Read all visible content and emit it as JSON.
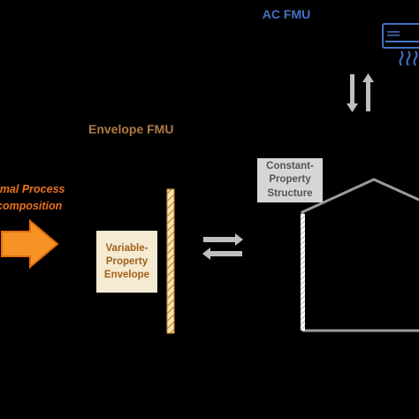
{
  "labels": {
    "ac_fmu": "AC FMU",
    "envelope_fmu": "Envelope FMU",
    "thermal_line1": "ermal Process",
    "thermal_line2": "composition",
    "variable_property_envelope": "Variable-Property Envelope",
    "constant_property_structure": "Constant-Property Structure"
  },
  "colors": {
    "background": "#000000",
    "ac_title": "#4472c4",
    "envelope_title": "#b07a44",
    "thermal_text": "#e8701e",
    "arrow_fill": "#f79225",
    "arrow_stroke": "#e36c0a",
    "var_box_bg": "#f5ead2",
    "var_box_text": "#a0611a",
    "const_box_bg": "#d6d6d6",
    "const_box_text": "#555555",
    "exchange_arrows": "#bfbfbf",
    "house_outline": "#7f7f7f",
    "wall_hatch": "#d99a2e",
    "ac_icon": "#4472c4"
  },
  "icons": [
    "air-conditioner-icon"
  ]
}
